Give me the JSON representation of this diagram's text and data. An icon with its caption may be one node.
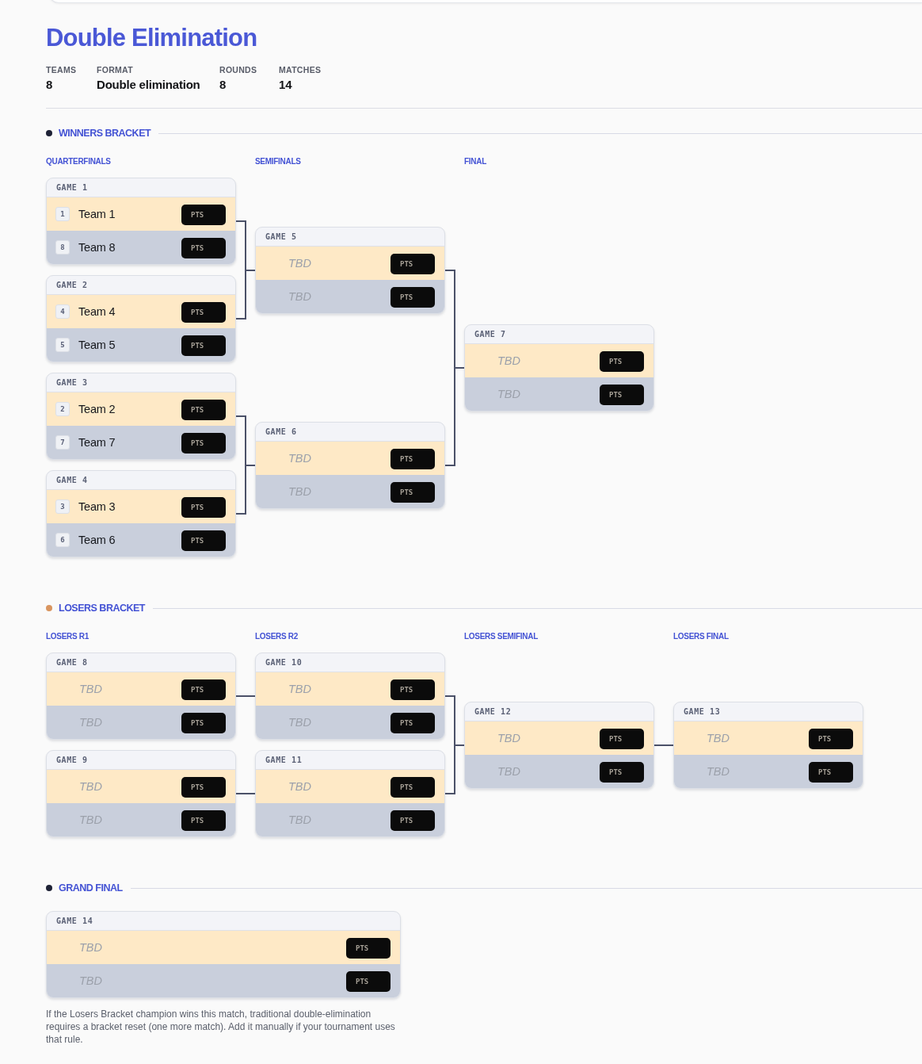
{
  "diagram": {
    "title": "Double Elimination",
    "nodes": [
      {
        "text": [
          "GAME 1"
        ]
      },
      {
        "text": [
          "1",
          "Team 1",
          "PTS"
        ],
        "in": 0
      },
      {
        "text": [
          "8",
          "Team 8",
          "PTS"
        ],
        "in": 0
      },
      {
        "text": [
          "GAME 2"
        ]
      },
      {
        "text": [
          "4",
          "Team 4",
          "PTS"
        ],
        "in": 3
      },
      {
        "text": [
          "5",
          "Team 5",
          "PTS"
        ],
        "in": 3
      },
      {
        "text": [
          "GAME 3"
        ]
      },
      {
        "text": [
          "2",
          "Team 2",
          "PTS"
        ],
        "in": 6
      },
      {
        "text": [
          "7",
          "Team 7",
          "PTS"
        ],
        "in": 6
      },
      {
        "text": [
          "GAME 4"
        ]
      },
      {
        "text": [
          "3",
          "Team 3",
          "PTS"
        ],
        "in": 9
      },
      {
        "text": [
          "6",
          "Team 6",
          "PTS"
        ],
        "in": 9
      },
      {
        "text": [
          "GAME 5"
        ]
      },
      {
        "text": [
          "TBD",
          "PTS"
        ],
        "in": 12
      },
      {
        "text": [
          "TBD",
          "PTS"
        ],
        "in": 12
      },
      {
        "text": [
          "GAME 6"
        ]
      },
      {
        "text": [
          "TBD",
          "PTS"
        ],
        "in": 15
      },
      {
        "text": [
          "TBD",
          "PTS"
        ],
        "in": 15
      },
      {
        "text": [
          "GAME 7"
        ]
      },
      {
        "text": [
          "TBD",
          "PTS"
        ],
        "in": 18
      },
      {
        "text": [
          "TBD",
          "PTS"
        ],
        "in": 18
      },
      {
        "text": [
          "GAME 8"
        ]
      },
      {
        "text": [
          "TBD",
          "PTS"
        ],
        "in": 21
      },
      {
        "text": [
          "TBD",
          "PTS"
        ],
        "in": 21
      },
      {
        "text": [
          "GAME 9"
        ]
      },
      {
        "text": [
          "TBD",
          "PTS"
        ],
        "in": 24
      },
      {
        "text": [
          "TBD",
          "PTS"
        ],
        "in": 24
      },
      {
        "text": [
          "GAME 10"
        ]
      },
      {
        "text": [
          "TBD",
          "PTS"
        ],
        "in": 27
      },
      {
        "text": [
          "TBD",
          "PTS"
        ],
        "in": 27
      },
      {
        "text": [
          "GAME 11"
        ]
      },
      {
        "text": [
          "TBD",
          "PTS"
        ],
        "in": 30
      },
      {
        "text": [
          "TBD",
          "PTS"
        ],
        "in": 30
      },
      {
        "text": [
          "GAME 12"
        ]
      },
      {
        "text": [
          "TBD",
          "PTS"
        ],
        "in": 33
      },
      {
        "text": [
          "TBD",
          "PTS"
        ],
        "in": 33
      },
      {
        "text": [
          "GAME 13"
        ]
      },
      {
        "text": [
          "TBD",
          "PTS"
        ],
        "in": 36
      },
      {
        "text": [
          "TBD",
          "PTS"
        ],
        "in": 36
      },
      {
        "text": [
          "GAME 14"
        ]
      },
      {
        "text": [
          "TBD",
          "PTS"
        ],
        "in": 39
      },
      {
        "text": [
          "TBD",
          "PTS"
        ],
        "in": 39
      }
    ],
    "edges": [
      {
        "from": 0,
        "to": 12,
        "arrow": "none"
      },
      {
        "from": 3,
        "to": 12,
        "arrow": "none"
      },
      {
        "from": 6,
        "to": 15,
        "arrow": "none"
      },
      {
        "from": 9,
        "to": 15,
        "arrow": "none"
      },
      {
        "from": 12,
        "to": 18,
        "arrow": "none"
      },
      {
        "from": 15,
        "to": 18,
        "arrow": "none"
      },
      {
        "from": 21,
        "to": 27,
        "arrow": "none"
      },
      {
        "from": 24,
        "to": 30,
        "arrow": "none"
      },
      {
        "from": 27,
        "to": 33,
        "arrow": "none"
      },
      {
        "from": 30,
        "to": 33,
        "arrow": "none"
      },
      {
        "from": 33,
        "to": 36,
        "arrow": "none"
      }
    ],
    "labels": [
      "TEAMS",
      "FORMAT",
      "ROUNDS",
      "MATCHES",
      "8",
      "Double elimination",
      "8",
      "14",
      "WINNERS BRACKET",
      "QUARTERFINALS",
      "SEMIFINALS",
      "FINAL",
      "LOSERS BRACKET",
      "LOSERS R1",
      "LOSERS R2",
      "LOSERS SEMIFINAL",
      "LOSERS FINAL",
      "GRAND FINAL",
      "If the Losers Bracket champion wins this match, traditional double-elimination requires a bracket reset (one more match). Add it manually if your tournament uses that rule."
    ]
  }
}
